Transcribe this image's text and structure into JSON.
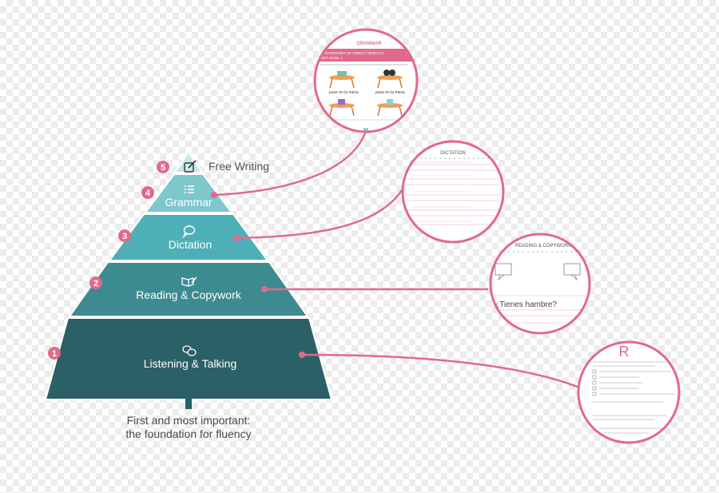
{
  "colors": {
    "tier1": "#2b6066",
    "tier2": "#3d8a90",
    "tier3": "#4eb0b6",
    "tier4": "#7ec7cb",
    "tier5": "#c7e8ea",
    "accent": "#e06a8c",
    "outline": "#ffffff"
  },
  "pyramid": {
    "tiers": [
      {
        "number": "5",
        "label": "Free Writing",
        "icon": "pencil-square-icon"
      },
      {
        "number": "4",
        "label": "Grammar",
        "icon": "list-icon"
      },
      {
        "number": "3",
        "label": "Dictation",
        "icon": "speech-bubble-icon"
      },
      {
        "number": "2",
        "label": "Reading & Copywork",
        "icon": "book-pencil-icon"
      },
      {
        "number": "1",
        "label": "Listening & Talking",
        "icon": "chat-bubbles-icon"
      }
    ]
  },
  "foundation": {
    "line1": "First and most important:",
    "line2": "the foundation for fluency",
    "icon": "arrow-up-icon"
  },
  "previews": {
    "grammar": {
      "header": "GRAMMAR",
      "banner_line1": "LA GARDENIST OF DIRECT OBJECTS",
      "banner_line2": "UNIT LEVEL 1",
      "line1": "puse en la mesa",
      "line2": "puse en la mesa"
    },
    "dictation": {
      "header": "DICTATION"
    },
    "reading": {
      "header": "READING & COPYWORK",
      "question": "¿Tienes hambre?"
    },
    "listening": {
      "letter": "R"
    }
  }
}
